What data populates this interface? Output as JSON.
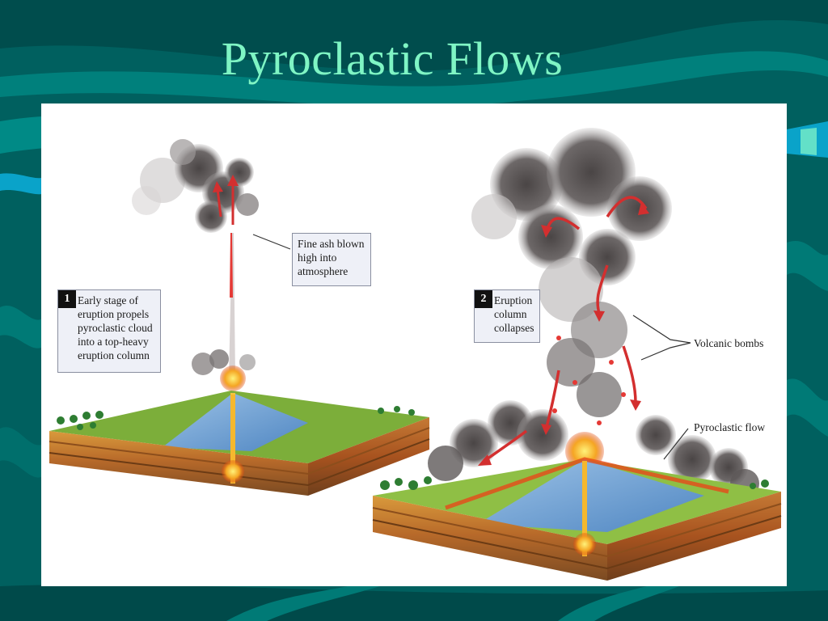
{
  "title": "Pyroclastic Flows",
  "labels": {
    "fine_ash": "Fine ash blown\nhigh into\natmosphere",
    "step1_number": "1",
    "step1_text": "Early stage of\neruption propels\npyroclastic cloud\ninto a top-heavy\neruption column",
    "step2_number": "2",
    "step2_text": "Eruption\ncolumn\ncollapses",
    "volcanic_bombs": "Volcanic bombs",
    "pyroclastic_flow": "Pyroclastic flow"
  },
  "colors": {
    "background": "#00605f",
    "title": "#7ff5c4",
    "panel": "#ffffff",
    "label_box": "#eef0f7"
  }
}
